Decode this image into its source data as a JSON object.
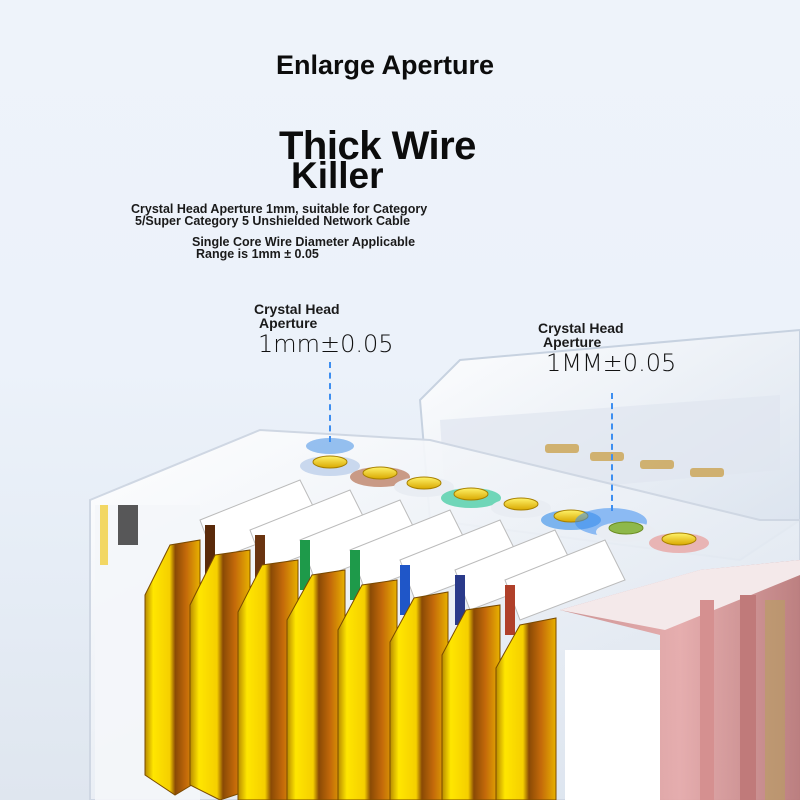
{
  "heading": "Enlarge Aperture",
  "title": {
    "line1": "Thick Wire",
    "line2": "Killer"
  },
  "descriptions": [
    {
      "line1": "Crystal Head Aperture 1mm, suitable for Category",
      "line2": "5/Super Category 5 Unshielded Network Cable"
    },
    {
      "line1": "Single Core Wire Diameter Applicable",
      "line2": "Range is 1mm ± 0.05"
    }
  ],
  "callouts": [
    {
      "label_line1": "Crystal Head",
      "label_line2": "Aperture",
      "value": "1mm±0.05",
      "marker_color": "#3d8ef0"
    },
    {
      "label_line1": "Crystal Head",
      "label_line2": "Aperture",
      "value": "1MM±0.05",
      "marker_color": "#3d8ef0"
    }
  ],
  "product": {
    "subject": "rj45-crystal-head-connector",
    "contact_color": "#f2d200",
    "wire_colors": [
      "#ffffff",
      "#7a3a10",
      "#ffffff",
      "#1e9a4a",
      "#ffffff",
      "#1f56c8",
      "#ffffff",
      "#b0402a"
    ],
    "ring_colors": [
      "#c9d8ee",
      "#c99a86",
      "#e9edf3",
      "#6fd6b8",
      "#e9edf3",
      "#7cb4ee",
      "#e9edf3",
      "#e8b4b4"
    ]
  }
}
